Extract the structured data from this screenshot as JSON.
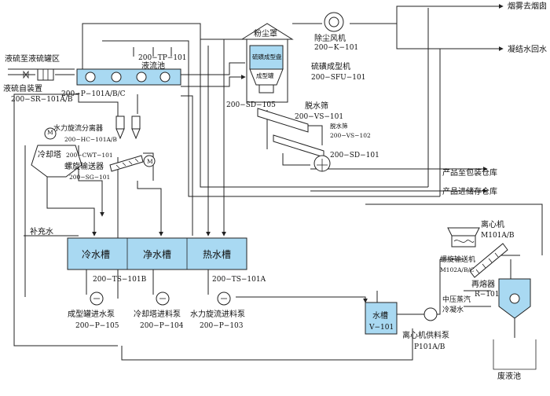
{
  "colors": {
    "tank_fill": "#a9d9f2",
    "line": "#222222",
    "background": "#ffffff"
  },
  "labels": {
    "flue_to_chimney": "烟雾去烟囱",
    "condensate_return": "凝结水回水",
    "dust_hood": "粉尘罩",
    "dust_fan": "除尘风机",
    "dust_fan_tag": "200−K−101",
    "sulfur_forming_machine": "硫磺成型机",
    "sulfur_forming_machine_tag": "200−SFU−101",
    "liquid_sulfur_to_area": "液硫至液硫罐区",
    "liquid_sulfur_from_unit": "液硫自装置",
    "unit_tag": "200−SR−101A/B",
    "sump_tag": "200−TP−101",
    "sump_name": "液流池",
    "sump_pumps_tag": "200−P−101A/B/C",
    "disk_label": "硫磺成型盘",
    "hopper_label": "成型罐",
    "drain_tag": "200−SD−105",
    "dewater_screen": "脱水筛",
    "screen_tag_1": "200−VS−101",
    "screen_name_2": "脱水筛",
    "screen_tag_2": "200−VS−102",
    "sd101_tag": "200−SD−101",
    "hydrocyclone": "水力旋流分离器",
    "hydrocyclone_tag": "200−HC−101A/B",
    "cooling_tower": "冷却塔",
    "cooling_tower_tag": "200−CWT−101",
    "screw_conveyor": "螺旋输送器",
    "screw_conveyor_tag": "200−SG−101",
    "product_to_packing": "产品至包装仓库",
    "product_to_storage": "产品进储存仓库",
    "makeup_water": "补充水",
    "cold_tank": "冷水槽",
    "clean_tank": "净水槽",
    "hot_tank": "热水槽",
    "tank_tag_b": "200−TS−101B",
    "tank_tag_a": "200−TS−101A",
    "pump_105_name": "成型罐进水泵",
    "pump_105_tag": "200−P−105",
    "pump_104_name": "冷却塔进料泵",
    "pump_104_tag": "200−P−104",
    "pump_103_name": "水力旋流进料泵",
    "pump_103_tag": "200−P−103",
    "water_tank": "水槽",
    "water_tank_tag": "V−101",
    "centrifuge_pump": "离心机供料泵",
    "centrifuge_pump_tag": "P101A/B",
    "mid_pressure_steam": "中压蒸汽",
    "condensate": "冷凝水",
    "centrifuge": "离心机",
    "centrifuge_tag": "M101A/B",
    "screw_feeder": "螺旋输送机",
    "screw_feeder_tag": "M102A/B/C",
    "remelter": "再熔器",
    "remelter_tag": "R−101",
    "waste_pool": "废液池",
    "tag_m": "M"
  }
}
